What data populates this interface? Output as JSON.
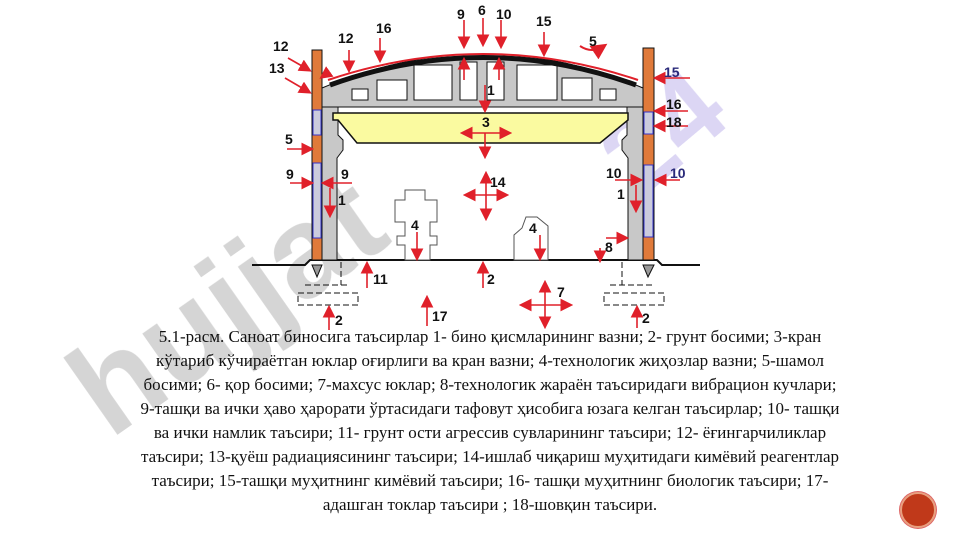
{
  "watermark": "hujjat24",
  "diagram": {
    "title": "Industrial building impacts diagram",
    "labels": [
      "9",
      "6",
      "10",
      "15",
      "16",
      "12",
      "12",
      "13",
      "5",
      "15",
      "16",
      "18",
      "1",
      "3",
      "5",
      "9",
      "9",
      "1",
      "14",
      "10",
      "10",
      "1",
      "4",
      "4",
      "8",
      "11",
      "2",
      "7",
      "2",
      "17",
      "2"
    ]
  },
  "caption": {
    "lines": [
      "5.1-расм. Саноат биносига таъсирлар 1- бино қисмларининг вазни; 2- грунт босими; 3-кран",
      "кўтариб кўчираётган юклар оғирлиги ва кран вазни; 4-технологик жиҳозлар вазни; 5-шамол",
      "босими; 6- қор босими; 7-махсус юклар; 8-технологик жараён таъсиридаги вибрацион кучлари;",
      "9-ташқи ва ички ҳаво ҳарорати ўртасидаги тафовут ҳисобига юзага келган таъсирлар; 10- ташқи",
      "ва ички намлик таъсири; 11- грунт ости агрессив сувларининг таъсири; 12- ёғингарчиликлар",
      "таъсири; 13-қуёш радиациясининг таъсири; 14-ишлаб чиқариш муҳитидаги кимёвий реагентлар",
      "таъсири; 15-ташқи муҳитнинг кимёвий таъсири; 16- ташқи муҳитнинг биологик таъсири; 17-",
      "адашган токлар таъсири ; 18-шовқин таъсири."
    ]
  },
  "colors": {
    "arrow": "#e0202a",
    "wall": "#e07a3a",
    "frame": "#c8c8c8",
    "crane": "#fafaa0",
    "badge": "#c0391a"
  }
}
